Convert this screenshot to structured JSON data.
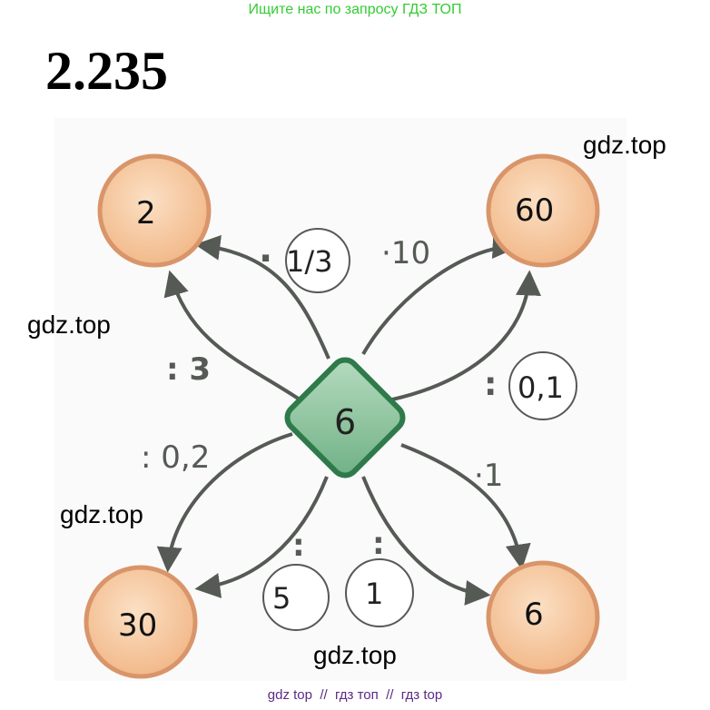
{
  "banner": "Ищите нас по запросу ГДЗ ТОП",
  "task_number": "2.235",
  "diagram": {
    "center": "6",
    "nodes": {
      "top_left": "2",
      "top_right": "60",
      "bottom_left": "30",
      "bottom_right": "6"
    },
    "operations": {
      "to_top_left": ": 3",
      "from_top_left_dot": "·",
      "from_top_left_circle": "1/3",
      "to_top_right": "·10",
      "from_top_right_colon": ":",
      "from_top_right_circle": "0,1",
      "to_bottom_left": ": 0,2",
      "from_bottom_left_colon": ":",
      "from_bottom_left_circle": "5",
      "to_bottom_right": "·1",
      "from_bottom_right_colon": ":",
      "from_bottom_right_circle": "1"
    }
  },
  "watermarks": [
    "gdz.top",
    "gdz.top",
    "gdz.top",
    "gdz.top"
  ],
  "footer": "gdz top  //  гдз топ  //  гдз top",
  "colors": {
    "banner": "#33cc33",
    "node_fill": "#f6c9a0",
    "node_stroke": "#d9956a",
    "center_fill": "#8cc39a",
    "center_stroke": "#2f7a4a",
    "arrow": "#555a55",
    "footer": "#5b2a86"
  }
}
